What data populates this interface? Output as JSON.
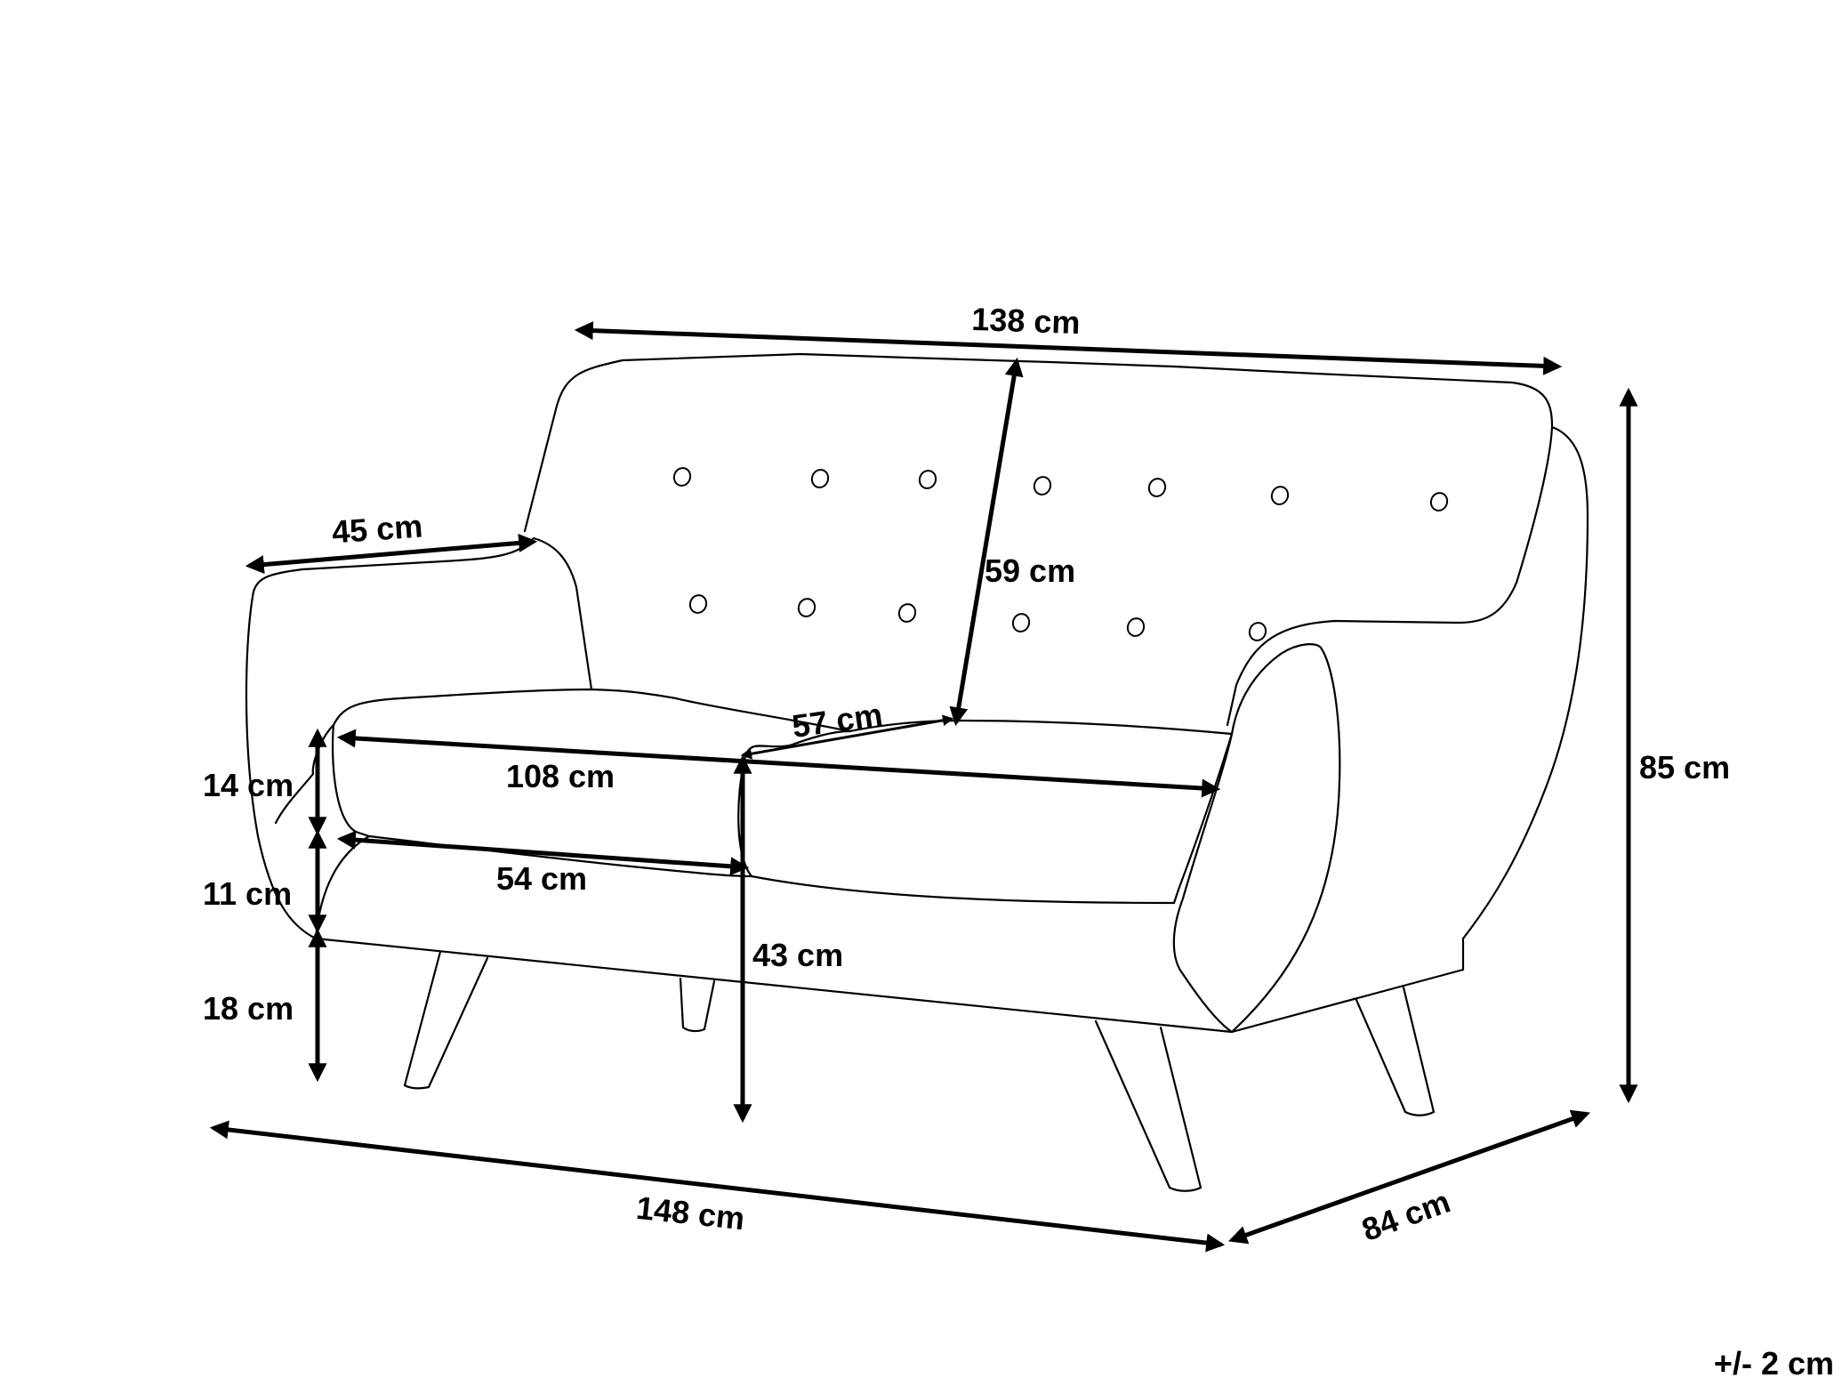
{
  "product": "two-seater sofa",
  "dimensions": {
    "overall_back_width": "138 cm",
    "backrest_height": "59 cm",
    "armrest_depth": "45 cm",
    "seat_depth": "57 cm",
    "seat_width": "108 cm",
    "seat_cushion_width": "54 cm",
    "cushion_thickness": "14 cm",
    "seat_base_height": "11 cm",
    "leg_height": "18 cm",
    "seat_height": "43 cm",
    "total_height": "85 cm",
    "total_width": "148 cm",
    "total_depth": "84 cm"
  },
  "tolerance": "+/- 2 cm"
}
